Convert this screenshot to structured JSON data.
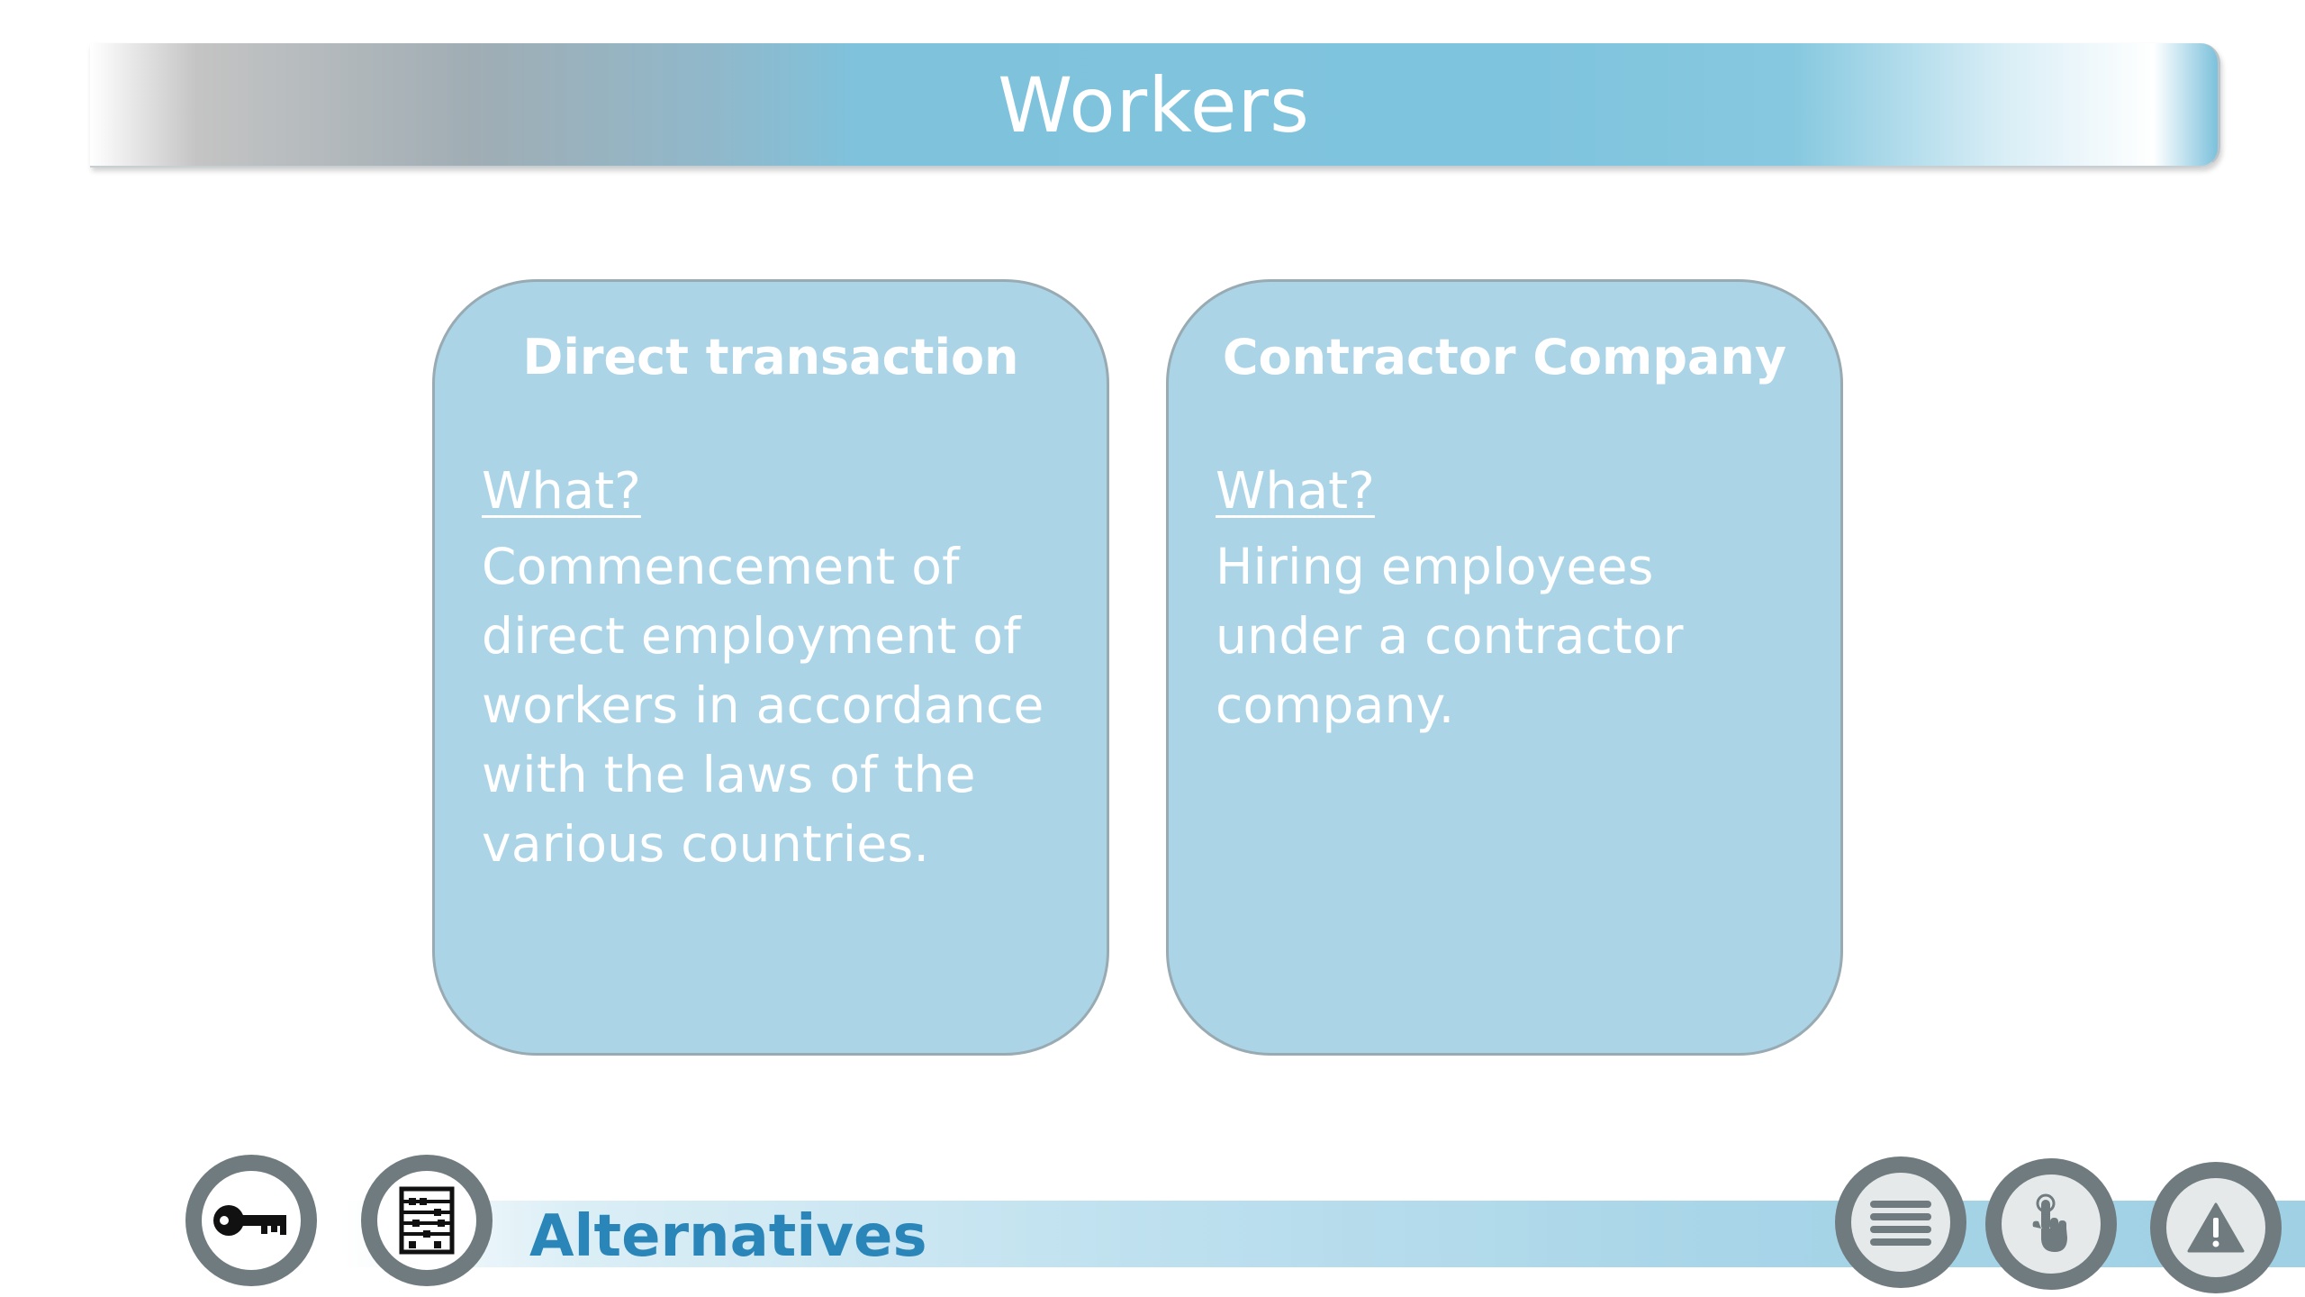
{
  "header": {
    "title": "Workers"
  },
  "cards": [
    {
      "title": "Direct transaction",
      "question": "What?",
      "body": "Commencement of direct employment of workers in accordance with the laws of the various countries."
    },
    {
      "title": "Contractor Company",
      "question": "What?",
      "body": "Hiring employees under a contractor company."
    }
  ],
  "footer": {
    "label": "Alternatives",
    "left_buttons": [
      {
        "icon": "key-icon"
      },
      {
        "icon": "abacus-icon"
      }
    ],
    "right_buttons": [
      {
        "icon": "menu-icon"
      },
      {
        "icon": "hand-pointer-icon"
      },
      {
        "icon": "warning-icon"
      }
    ]
  },
  "colors": {
    "card_fill": "#acd4e7",
    "accent_blue": "#2a86b8",
    "button_ring": "#6f7b7f",
    "banner_blue": "#7fc2dc"
  }
}
